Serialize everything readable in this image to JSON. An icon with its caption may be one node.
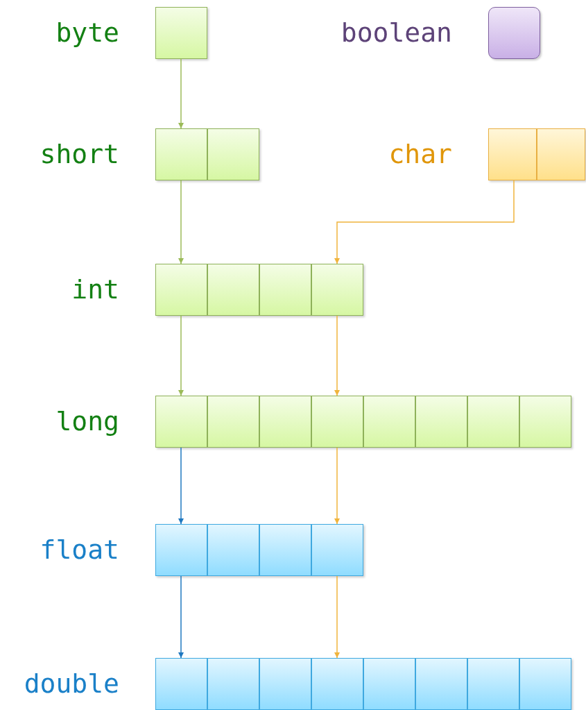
{
  "diagram": {
    "nodes": [
      {
        "text": [
          "byte"
        ]
      },
      {
        "text": [
          "boolean"
        ]
      },
      {
        "text": [
          "short"
        ]
      },
      {
        "text": [
          "char"
        ]
      },
      {
        "text": [
          "int"
        ]
      },
      {
        "text": [
          "long"
        ]
      },
      {
        "text": [
          "float"
        ]
      },
      {
        "text": [
          "double"
        ]
      }
    ],
    "edges": [
      {
        "from": 0,
        "to": 2,
        "arrow": "to",
        "color": "#9bbb59"
      },
      {
        "from": 2,
        "to": 4,
        "arrow": "to",
        "color": "#9bbb59"
      },
      {
        "from": 3,
        "to": 4,
        "arrow": "to",
        "color": "#f0b43c"
      },
      {
        "from": 4,
        "to": 5,
        "arrow": "to",
        "color": "#9bbb59"
      },
      {
        "from": 4,
        "to": 5,
        "arrow": "to",
        "color": "#f0b43c"
      },
      {
        "from": 5,
        "to": 6,
        "arrow": "to",
        "color": "#1f78c0"
      },
      {
        "from": 5,
        "to": 6,
        "arrow": "to",
        "color": "#f0b43c"
      },
      {
        "from": 6,
        "to": 7,
        "arrow": "to",
        "color": "#1f78c0"
      },
      {
        "from": 6,
        "to": 7,
        "arrow": "to",
        "color": "#f0b43c"
      }
    ]
  }
}
